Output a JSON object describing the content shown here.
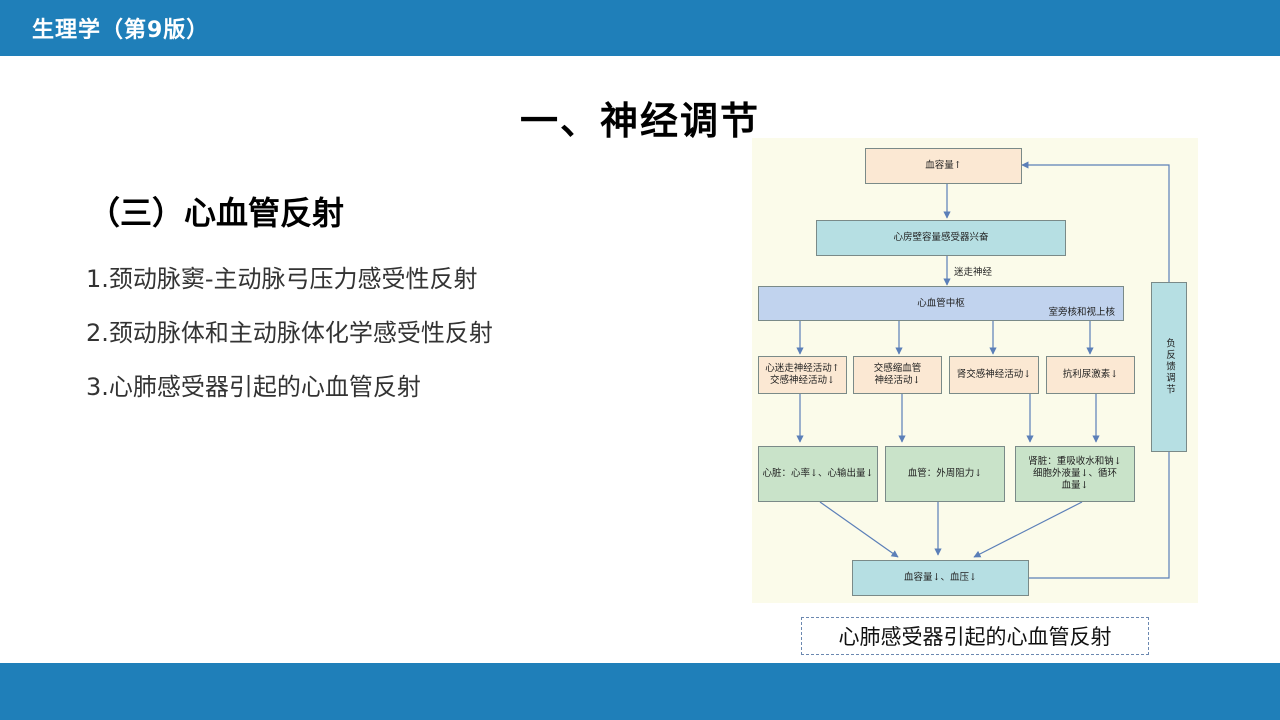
{
  "header": {
    "book_title": "生理学（第9版）"
  },
  "slide": {
    "title": "一、神经调节",
    "subtitle": "（三）心血管反射",
    "items": [
      "1.颈动脉窦-主动脉弓压力感受性反射",
      "2.颈动脉体和主动脉体化学感受性反射",
      "3.心肺感受器引起的心血管反射"
    ]
  },
  "diagram": {
    "blood_volume_up": "血容量↑",
    "atrial_receptor": "心房壁容量感受器兴奋",
    "vagus_label": "迷走神经",
    "center": "心血管中枢",
    "nuclei": "室旁核和视上核",
    "effect_cardiac": [
      "心迷走神经活动↑",
      "交感神经活动↓"
    ],
    "effect_vessel": [
      "交感缩血管",
      "神经活动↓"
    ],
    "effect_renal": "肾交感神经活动↓",
    "effect_adh": "抗利尿激素↓",
    "result_heart": "心脏：心率↓、心输出量↓",
    "result_vessel": "血管：外周阻力↓",
    "result_kidney": [
      "肾脏：重吸收水和钠↓",
      "细胞外液量↓、循环",
      "血量↓"
    ],
    "final": "血容量↓、血压↓",
    "feedback": "负反馈调节"
  },
  "caption": "心肺感受器引起的心血管反射",
  "colors": {
    "header_bar": "#1f7fb9",
    "diagram_bg": "#fbfbea",
    "arrow": "#5b7fb8"
  }
}
